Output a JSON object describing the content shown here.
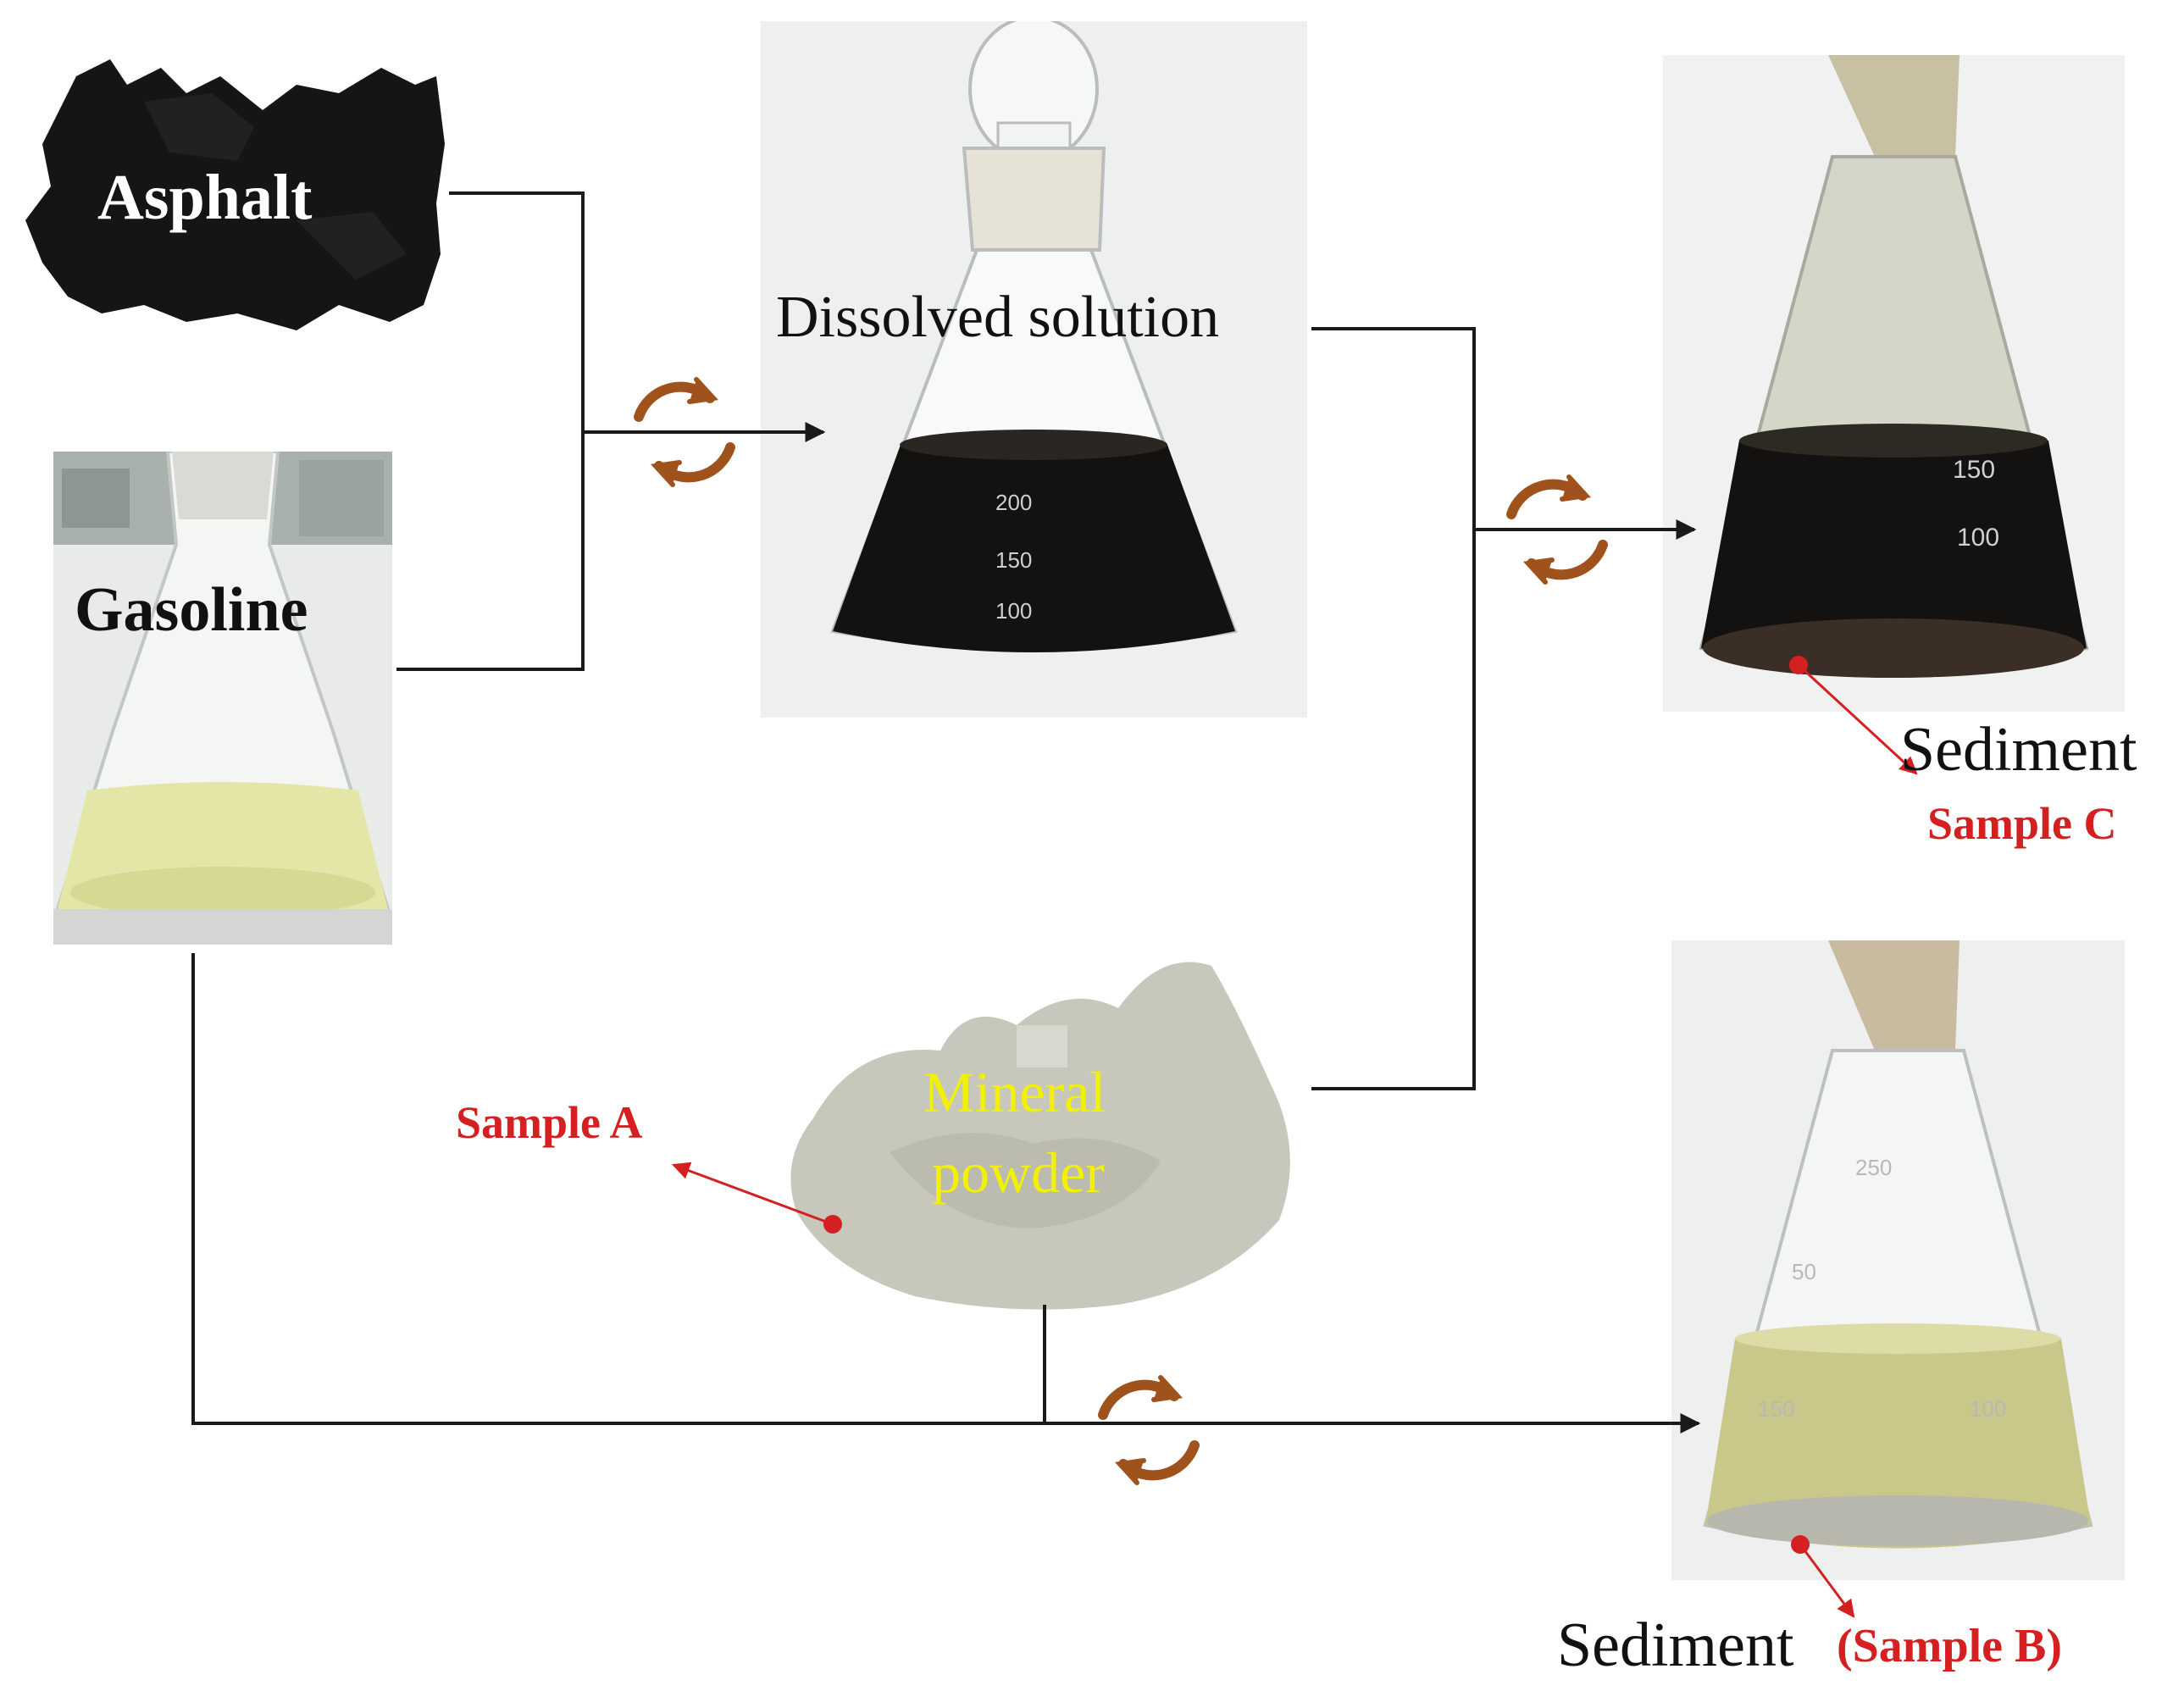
{
  "labels": {
    "asphalt": "Asphalt",
    "gasoline": "Gasoline",
    "dissolved_solution": "Dissolved solution",
    "mineral_line1": "Mineral",
    "mineral_line2": "powder",
    "sediment_c": "Sediment",
    "sample_c": "Sample C",
    "sample_a": "Sample A",
    "sediment_b": "Sediment",
    "sample_b": "(Sample B)"
  },
  "flask_marks": {
    "dissolved": [
      "200",
      "150",
      "100"
    ],
    "upper_right": [
      "150",
      "100"
    ],
    "lower_right": [
      "250",
      "50",
      "150",
      "100"
    ]
  },
  "colors": {
    "line": "#1a1a1a",
    "stir_arrow": "#a0521c",
    "sample_label": "#d42020",
    "mineral_label": "#f2f200",
    "marker": "#d42020",
    "asphalt": "#151515",
    "dark_liquid": "#141210",
    "gasoline_liquid": "#e4e6a8",
    "sediment_b_liquid": "#c9c78a",
    "powder": "#c7c7bc"
  },
  "icons": {
    "stir": "circular-arrows-icon"
  }
}
